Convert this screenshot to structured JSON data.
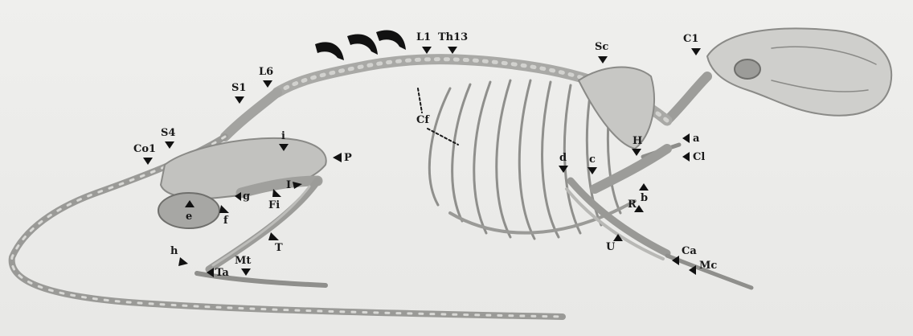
{
  "colors": {
    "bone": "#b9b9b6",
    "bone_dark": "#7d7d7a",
    "ink": "#1a1a1a",
    "paper": "#ececea"
  },
  "labels": {
    "L1": "L1",
    "Th13": "Th13",
    "Sc": "Sc",
    "C1": "C1",
    "L6": "L6",
    "S1": "S1",
    "S4": "S4",
    "Co1": "Co1",
    "Cf": "Cf",
    "a": "a",
    "Cl": "Cl",
    "H": "H",
    "c": "c",
    "d": "d",
    "b": "b",
    "R": "R",
    "U": "U",
    "Ca": "Ca",
    "Mc": "Mc",
    "P": "P",
    "i": "i",
    "I": "I",
    "Fi": "Fi",
    "g": "g",
    "e": "e",
    "f": "f",
    "T": "T",
    "h": "h",
    "Ta": "Ta",
    "Mt": "Mt"
  }
}
